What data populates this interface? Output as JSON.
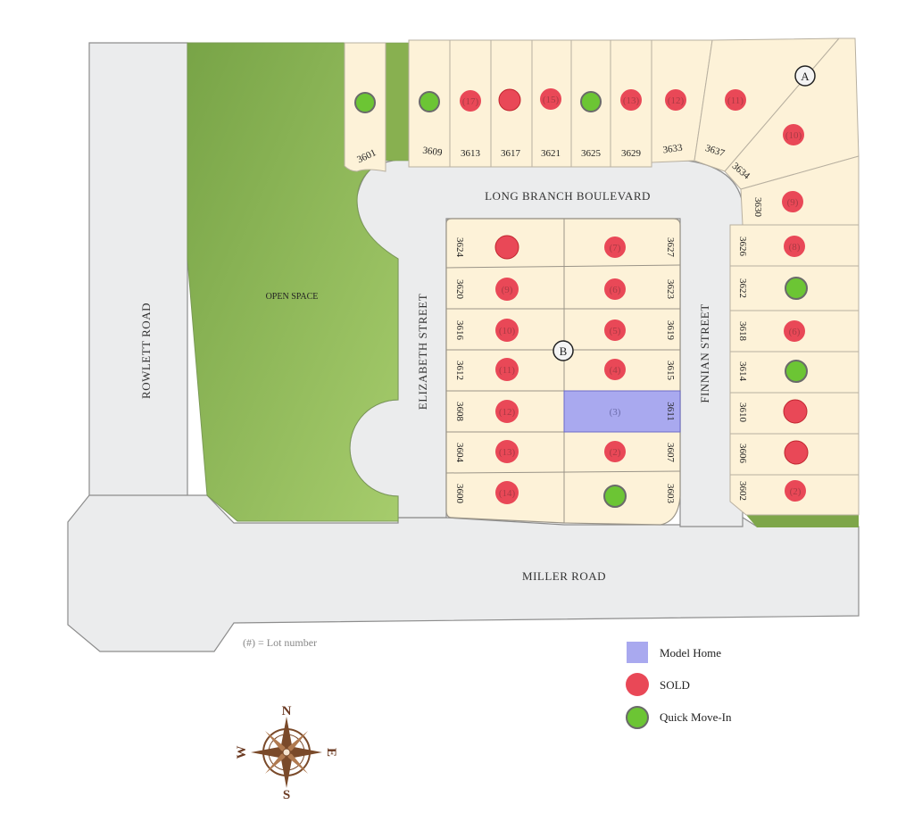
{
  "streets": {
    "rowlett": "ROWLETT ROAD",
    "long_branch": "LONG BRANCH BOULEVARD",
    "elizabeth": "ELIZABETH STREET",
    "finnian": "FINNIAN STREET",
    "miller": "MILLER ROAD"
  },
  "open_space": "OPEN SPACE",
  "phase_markers": {
    "a": "A",
    "b": "B"
  },
  "note": "(#) = Lot number",
  "legend": {
    "model": "Model Home",
    "sold": "SOLD",
    "quick": "Quick Move-In"
  },
  "compass": {
    "n": "N",
    "e": "E",
    "s": "S",
    "w": "W"
  },
  "colors": {
    "lot": "#fdf2d8",
    "lot_stroke": "#b8b0a0",
    "road": "#ebeced",
    "green": "#92bd59",
    "sold": "#e94857",
    "quick": "#6cc534",
    "model": "#a9a9ef"
  },
  "lots": {
    "top": [
      {
        "addr": "3601",
        "status": "quick",
        "lot": ""
      },
      {
        "addr": "3609",
        "status": "quick",
        "lot": ""
      },
      {
        "addr": "3613",
        "status": "sold",
        "lot": "(17)"
      },
      {
        "addr": "3617",
        "status": "sold",
        "lot": ""
      },
      {
        "addr": "3621",
        "status": "sold",
        "lot": "(15)"
      },
      {
        "addr": "3625",
        "status": "quick",
        "lot": ""
      },
      {
        "addr": "3629",
        "status": "sold",
        "lot": "(13)"
      },
      {
        "addr": "3633",
        "status": "sold",
        "lot": "(12)"
      },
      {
        "addr": "3637",
        "status": "sold",
        "lot": "(11)"
      },
      {
        "addr": "3634",
        "status": "sold",
        "lot": "(10)"
      },
      {
        "addr": "3630",
        "status": "sold",
        "lot": "(9)"
      }
    ],
    "center_left": [
      {
        "addr": "3624",
        "status": "sold",
        "lot": ""
      },
      {
        "addr": "3620",
        "status": "sold",
        "lot": "(9)"
      },
      {
        "addr": "3616",
        "status": "sold",
        "lot": "(10)"
      },
      {
        "addr": "3612",
        "status": "sold",
        "lot": "(11)"
      },
      {
        "addr": "3608",
        "status": "sold",
        "lot": "(12)"
      },
      {
        "addr": "3604",
        "status": "sold",
        "lot": "(13)"
      },
      {
        "addr": "3600",
        "status": "sold",
        "lot": "(14)"
      }
    ],
    "center_right": [
      {
        "addr": "3627",
        "status": "sold",
        "lot": "(7)"
      },
      {
        "addr": "3623",
        "status": "sold",
        "lot": "(6)"
      },
      {
        "addr": "3619",
        "status": "sold",
        "lot": "(5)"
      },
      {
        "addr": "3615",
        "status": "sold",
        "lot": "(4)"
      },
      {
        "addr": "3611",
        "status": "model",
        "lot": "(3)"
      },
      {
        "addr": "3607",
        "status": "sold",
        "lot": "(2)"
      },
      {
        "addr": "3603",
        "status": "quick",
        "lot": ""
      }
    ],
    "right": [
      {
        "addr": "3626",
        "status": "sold",
        "lot": "(8)"
      },
      {
        "addr": "3622",
        "status": "quick",
        "lot": ""
      },
      {
        "addr": "3618",
        "status": "sold",
        "lot": "(6)"
      },
      {
        "addr": "3614",
        "status": "quick",
        "lot": ""
      },
      {
        "addr": "3610",
        "status": "sold",
        "lot": ""
      },
      {
        "addr": "3606",
        "status": "sold",
        "lot": ""
      },
      {
        "addr": "3602",
        "status": "sold",
        "lot": "(2)"
      }
    ]
  }
}
